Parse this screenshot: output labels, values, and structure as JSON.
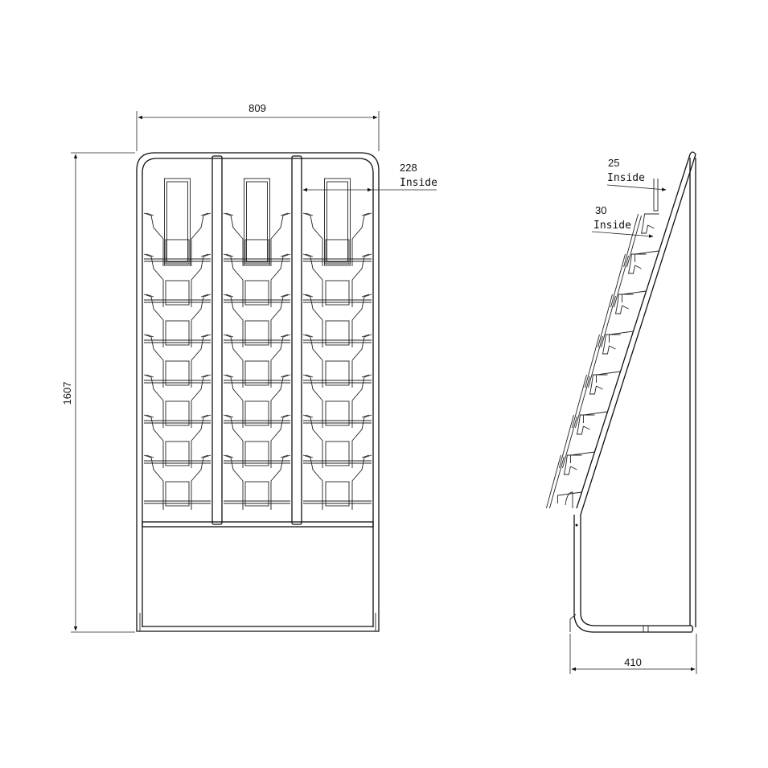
{
  "dimensions": {
    "width_label": "809",
    "height_label": "1607",
    "depth_label": "410",
    "pocket_width": {
      "value": "228",
      "note": "Inside"
    },
    "pocket_depth_top": {
      "value": "25",
      "note": "Inside"
    },
    "pocket_depth_lower": {
      "value": "30",
      "note": "Inside"
    }
  }
}
